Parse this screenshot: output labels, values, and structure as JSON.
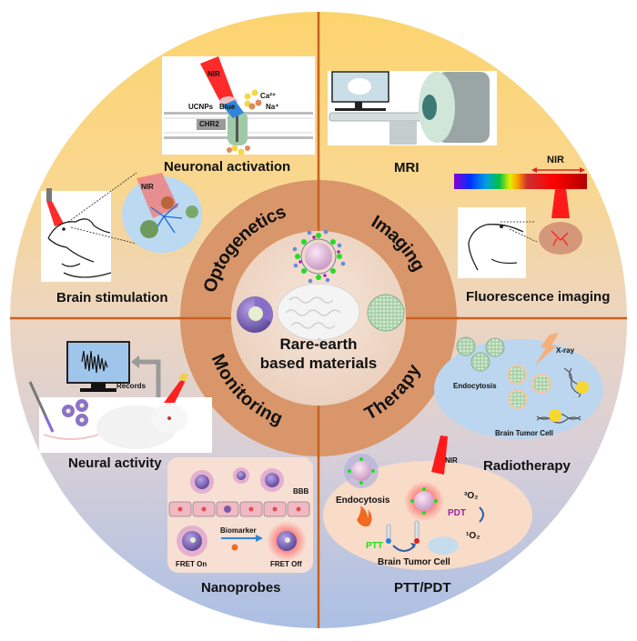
{
  "title": "Rare-earth based materials for brain applications",
  "center": {
    "line1": "Rare-earth",
    "line2": "based materials"
  },
  "ring_labels": {
    "optogenetics": "Optogenetics",
    "imaging": "Imaging",
    "monitoring": "Monitoring",
    "therapy": "Therapy"
  },
  "quadrants": {
    "optogenetics": {
      "neuronal_activation": {
        "caption": "Neuronal activation",
        "nir": "NIR",
        "ucnps": "UCNPs",
        "blue": "Blue",
        "ca": "Ca²⁺",
        "na": "Na⁺",
        "chr2": "CHR2"
      },
      "brain_stimulation": {
        "caption": "Brain stimulation",
        "nir": "NIR"
      }
    },
    "imaging": {
      "mri": {
        "caption": "MRI"
      },
      "fluorescence": {
        "caption": "Fluorescence imaging",
        "nir": "NIR"
      }
    },
    "monitoring": {
      "neural_activity": {
        "caption": "Neural activity",
        "records": "Records"
      },
      "nanoprobes": {
        "caption": "Nanoprobes",
        "bbb": "BBB",
        "biomarker": "Biomarker",
        "fret_on": "FRET On",
        "fret_off": "FRET Off"
      }
    },
    "therapy": {
      "radiotherapy": {
        "caption": "Radiotherapy",
        "xray": "X-ray",
        "endocytosis": "Endocytosis",
        "cell": "Brain Tumor Cell"
      },
      "ptt_pdt": {
        "caption": "PTT/PDT",
        "nir": "NIR",
        "endocytosis": "Endocytosis",
        "o2_triplet": "³O₂",
        "o2_singlet": "¹O₂",
        "pdt": "PDT",
        "ptt": "PTT",
        "cell": "Brain Tumor Cell"
      }
    }
  },
  "colors": {
    "top_bg": "#fbd67a",
    "mid_bg": "#ecd7c6",
    "bottom_bg": "#aec0e3",
    "ring": "#d9966a",
    "divider": "#c8621e",
    "inner": "#efd5c3",
    "ptt_green": "#22dd22",
    "pdt_purple": "#a020a0"
  }
}
